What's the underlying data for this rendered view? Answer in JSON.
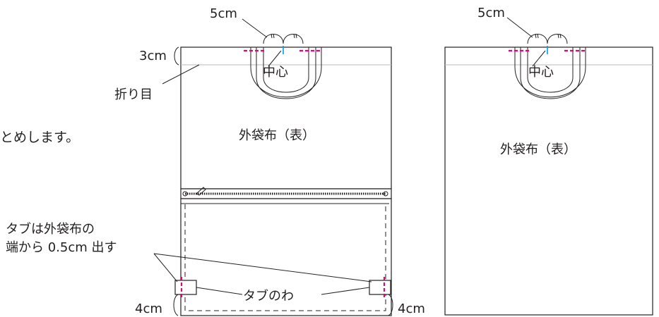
{
  "instruction_fragment": "とめします。",
  "left_panel": {
    "handle_width": "5cm",
    "fold_margin": "3cm",
    "fold_line": "折り目",
    "center": "中心",
    "fabric_label": "外袋布（表）",
    "tab_note_line1": "タブは外袋布の",
    "tab_note_line2": "端から 0.5cm 出す",
    "tab_loop": "タブのわ",
    "tab_left_height": "4cm",
    "tab_right_height": "4cm"
  },
  "right_panel": {
    "handle_width": "5cm",
    "center": "中心",
    "fabric_label": "外袋布（表）"
  }
}
